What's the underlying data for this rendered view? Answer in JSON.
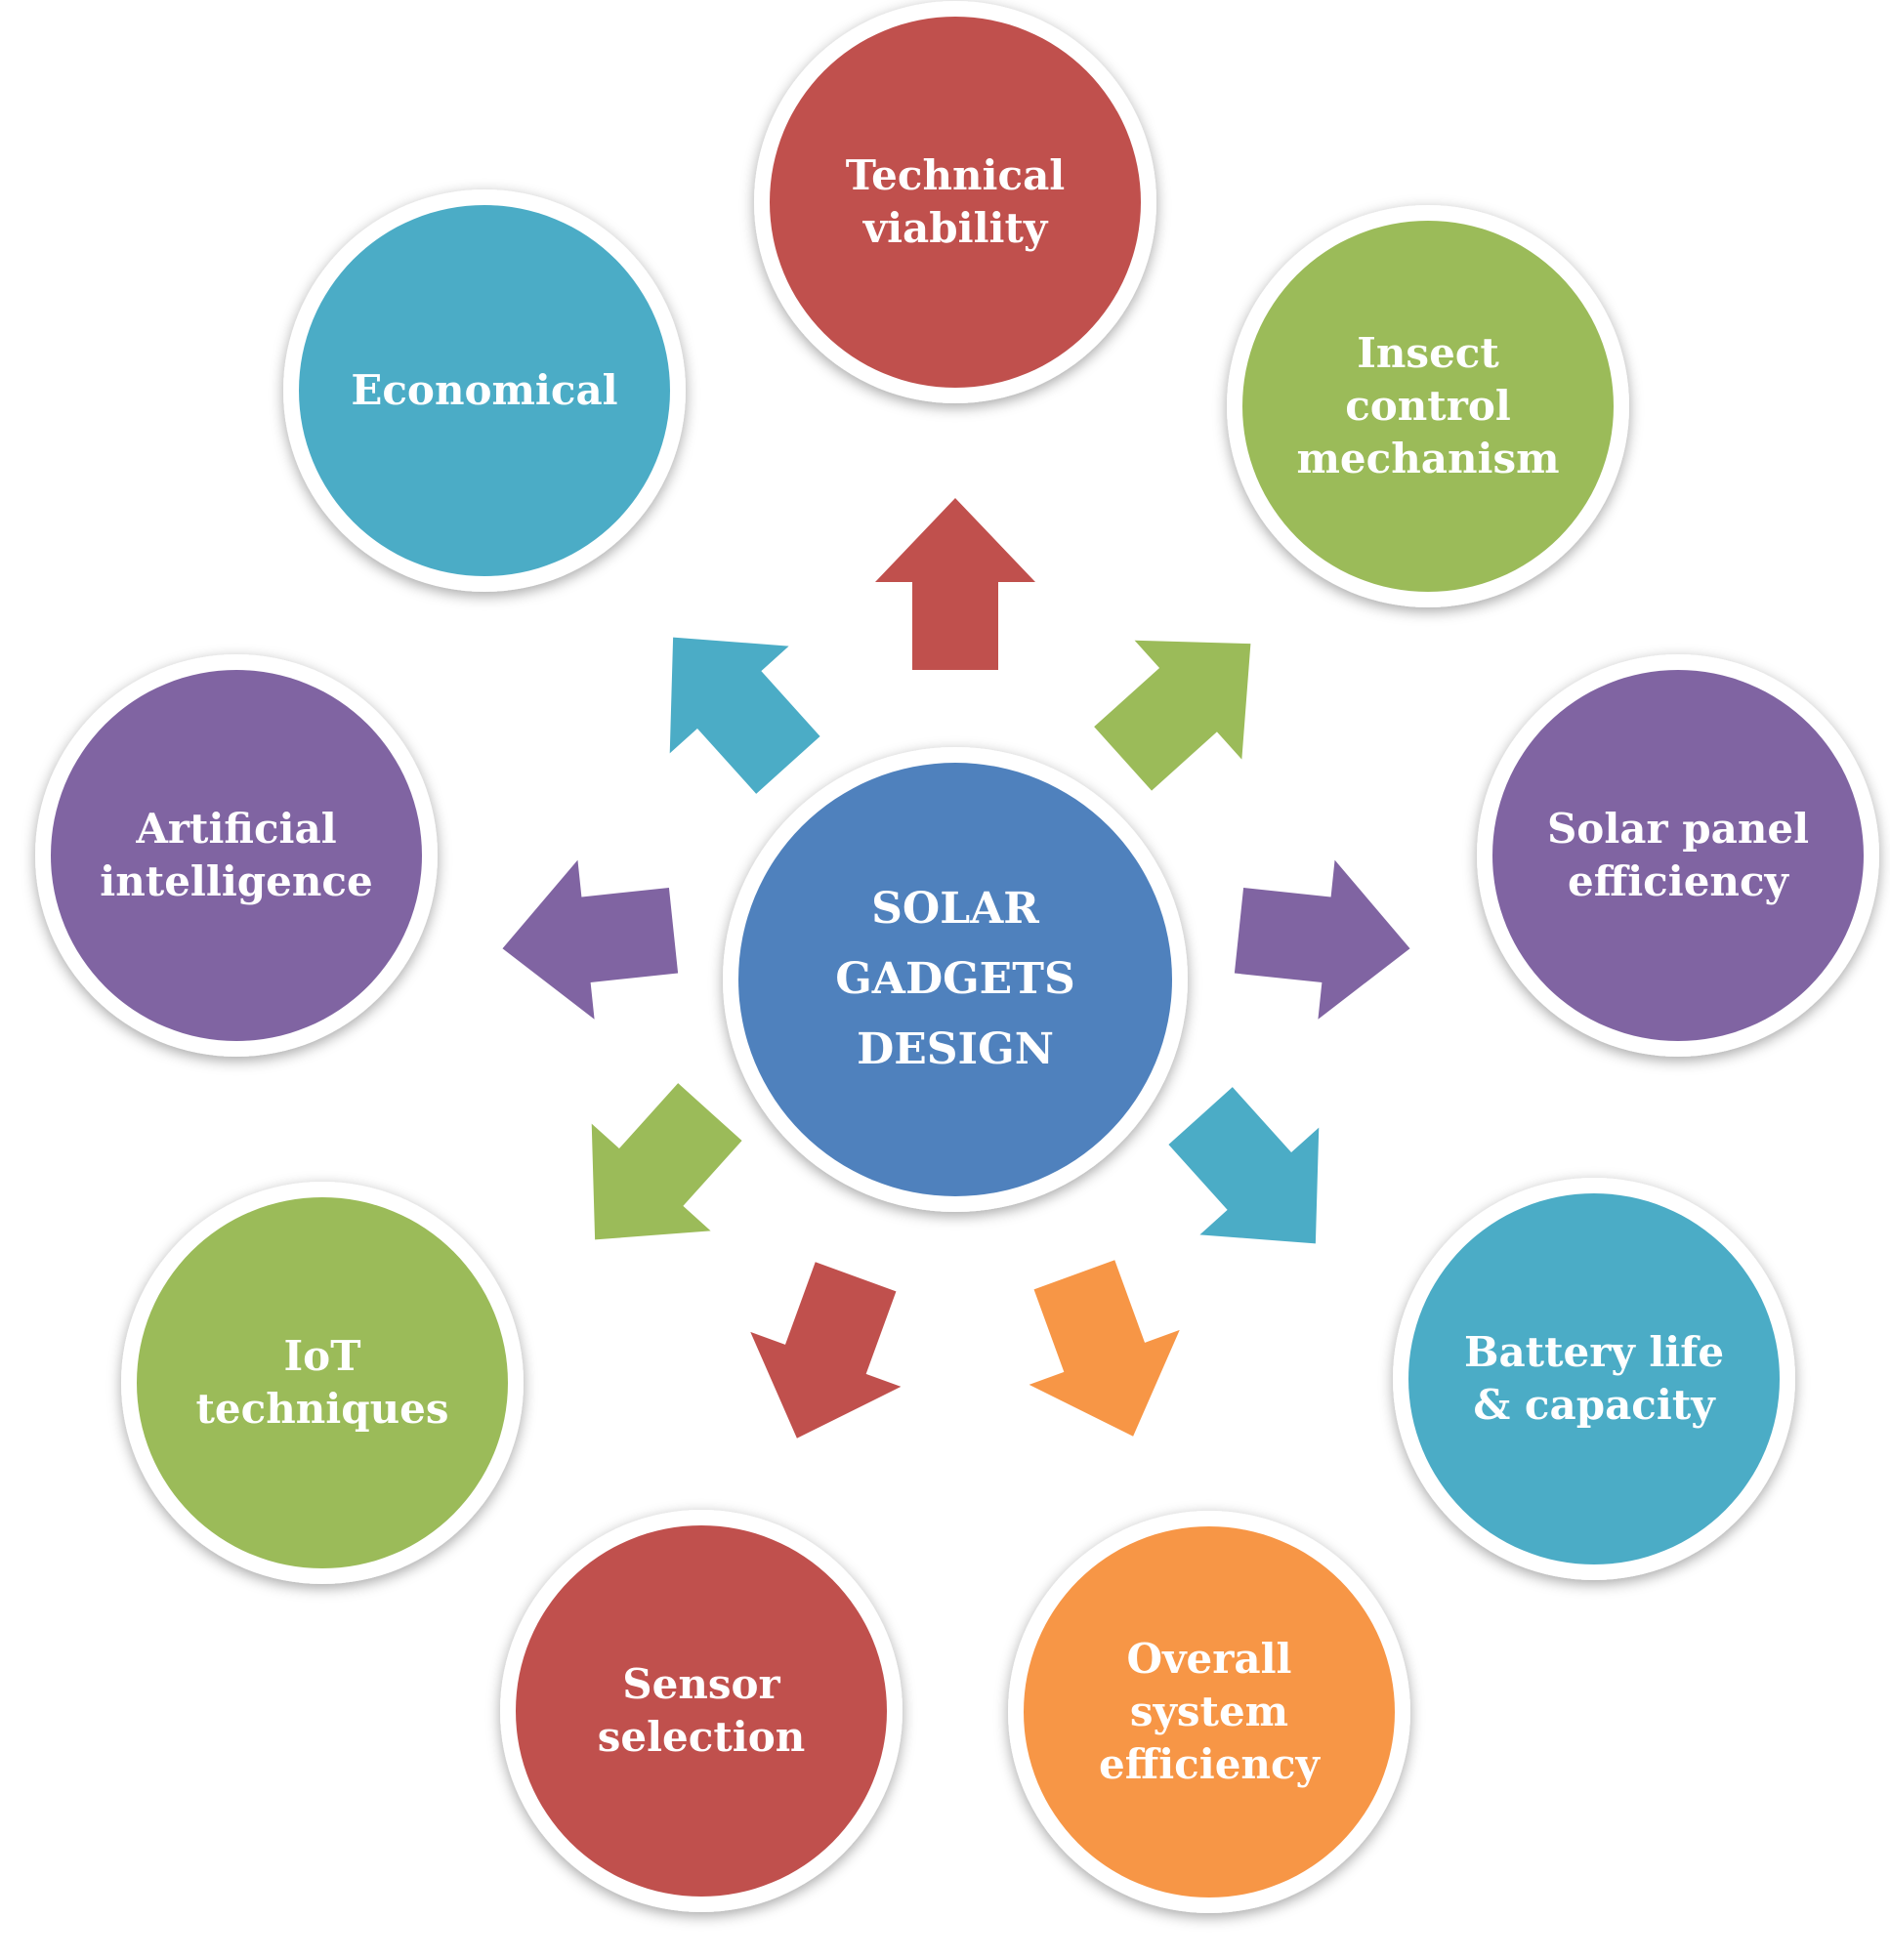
{
  "center": {
    "lines": [
      "SOLAR",
      "GADGETS",
      "DESIGN"
    ],
    "color": "#4f81bd"
  },
  "nodes": [
    {
      "id": "technical-viability",
      "lines": [
        "Technical",
        "viability"
      ],
      "color": "#c0504d"
    },
    {
      "id": "insect-control-mechanism",
      "lines": [
        "Insect",
        "control",
        "mechanism"
      ],
      "color": "#9bbb59"
    },
    {
      "id": "solar-panel-efficiency",
      "lines": [
        "Solar panel",
        "efficiency"
      ],
      "color": "#8064a2"
    },
    {
      "id": "battery-life-capacity",
      "lines": [
        "Battery life",
        "& capacity"
      ],
      "color": "#4bacc6"
    },
    {
      "id": "overall-system-efficiency",
      "lines": [
        "Overall",
        "system",
        "efficiency"
      ],
      "color": "#f79646"
    },
    {
      "id": "sensor-selection",
      "lines": [
        "Sensor",
        "selection"
      ],
      "color": "#c0504d"
    },
    {
      "id": "iot-techniques",
      "lines": [
        "IoT",
        "techniques"
      ],
      "color": "#9bbb59"
    },
    {
      "id": "artificial-intelligence",
      "lines": [
        "Artificial",
        "intelligence"
      ],
      "color": "#8064a2"
    },
    {
      "id": "economical",
      "lines": [
        "Economical"
      ],
      "color": "#4bacc6"
    }
  ]
}
